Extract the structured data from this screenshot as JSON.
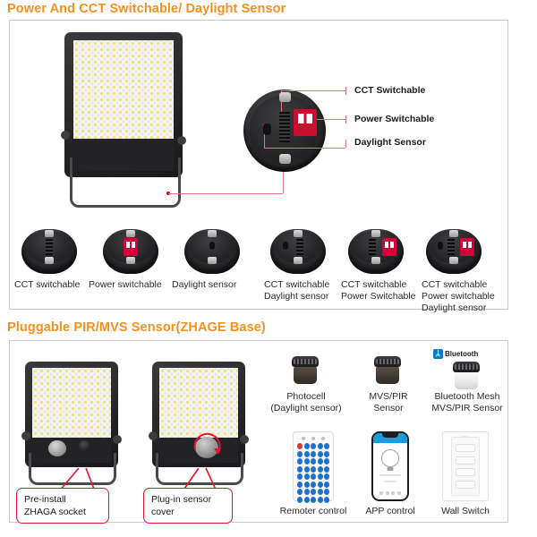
{
  "sections": [
    {
      "id": "power-cct-daylight",
      "title": "Power And CCT Switchable/ Daylight Sensor",
      "callouts": [
        {
          "label": "CCT Switchable"
        },
        {
          "label": "Power Switchable"
        },
        {
          "label": "Daylight Sensor"
        }
      ],
      "sensor_options": [
        {
          "caption": "CCT switchable"
        },
        {
          "caption": "Power switchable"
        },
        {
          "caption": "Daylight sensor"
        },
        {
          "caption": "CCT switchable\nDaylight sensor"
        },
        {
          "caption": "CCT switchable\nPower Switchable"
        },
        {
          "caption": "CCT switchable\nPower switchable\nDaylight sensor"
        }
      ]
    },
    {
      "id": "pluggable-pir-mvs",
      "title": "Pluggable PIR/MVS Sensor(ZHAGE Base)",
      "light_callouts": [
        {
          "label": "Pre-install\nZHAGA  socket"
        },
        {
          "label": "Plug-in sensor\ncover"
        }
      ],
      "accessories_row1": [
        {
          "caption": "Photocell\n(Daylight sensor)",
          "badge": null
        },
        {
          "caption": "MVS/PIR\nSensor",
          "badge": null
        },
        {
          "caption": "Bluetooth Mesh\nMVS/PIR Sensor",
          "badge": "Bluetooth"
        }
      ],
      "accessories_row2": [
        {
          "caption": "Remoter control"
        },
        {
          "caption": "APP control"
        },
        {
          "caption": "Wall Switch"
        }
      ]
    }
  ],
  "theme": {
    "header_color": "#F5901E",
    "box_border": "#c9c9c9",
    "callout_line": "#e8737f",
    "red_box": "#e8112d",
    "dip_red": "#c8102e",
    "bluetooth_blue": "#0a7cc4"
  },
  "glyphs": {
    "bluetooth": "ᛦ"
  }
}
